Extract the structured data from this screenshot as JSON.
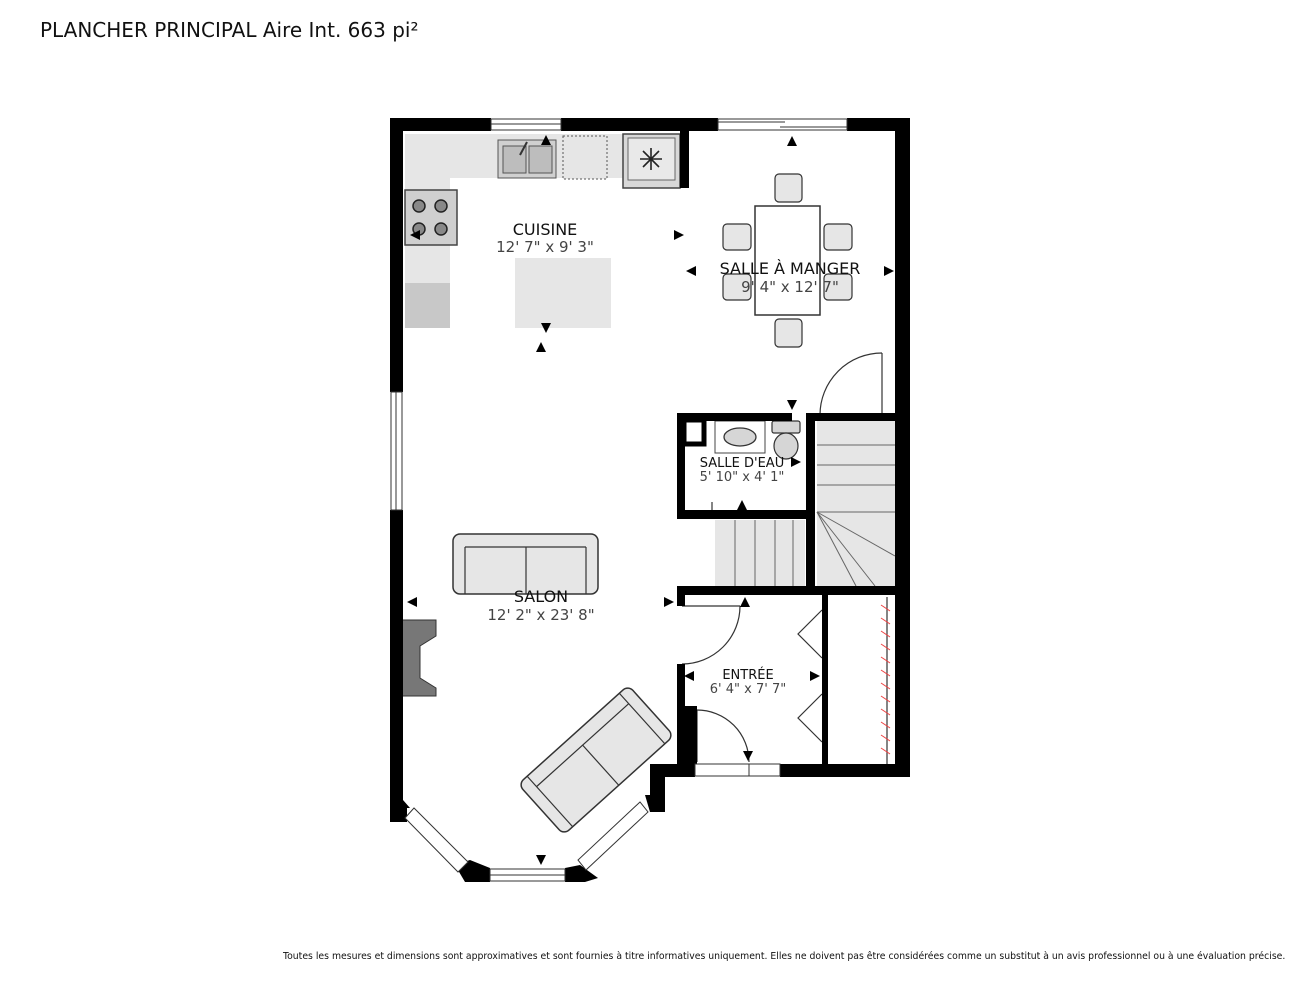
{
  "header": {
    "title": "PLANCHER PRINCIPAL Aire Int. 663 pi²"
  },
  "rooms": {
    "cuisine": {
      "name": "CUISINE",
      "dims": "12' 7\" x 9' 3\""
    },
    "salle_a_manger": {
      "name": "SALLE À MANGER",
      "dims": "9' 4\" x 12' 7\""
    },
    "salle_d_eau": {
      "name": "SALLE D'EAU",
      "dims": "5' 10\" x 4' 1\""
    },
    "salon": {
      "name": "SALON",
      "dims": "12' 2\" x 23' 8\""
    },
    "entree": {
      "name": "ENTRÉE",
      "dims": "6' 4\" x 7' 7\""
    }
  },
  "footer": {
    "disclaimer": "Toutes les mesures et dimensions sont approximatives et sont fournies à titre informatives uniquement. Elles ne doivent pas être considérées comme un substitut à un avis professionnel ou à une évaluation précise."
  },
  "colors": {
    "wall": "#000000",
    "fixture_fill": "#e6e6e6",
    "fixture_dark": "#c8c8c8",
    "text": "#111111"
  }
}
